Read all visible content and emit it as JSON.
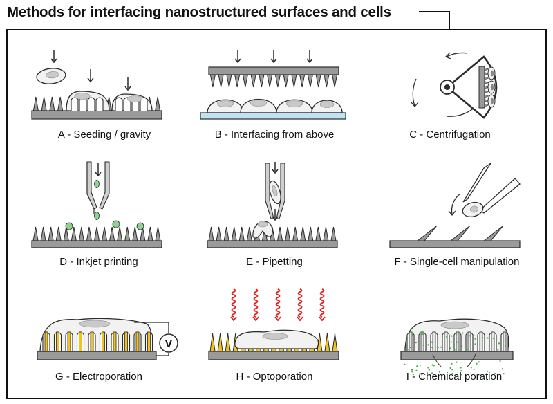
{
  "title": "Methods for interfacing nanostructured surfaces and cells",
  "colors": {
    "substrate": "#9a9a9a",
    "outline": "#2b2b2b",
    "cell_fill": "#f2f2f2",
    "nucleus": "#c9c9c9",
    "glass": "#bfe3f5",
    "gold": "#f2c21d",
    "droplet": "#8fd18f",
    "laser": "#e02020",
    "chemical": "#44b044"
  },
  "panels": [
    {
      "id": "A",
      "caption": "A - Seeding / gravity",
      "icon": "seeding-gravity-icon"
    },
    {
      "id": "B",
      "caption": "B - Interfacing from above",
      "icon": "interfacing-from-above-icon"
    },
    {
      "id": "C",
      "caption": "C - Centrifugation",
      "icon": "centrifuge-icon"
    },
    {
      "id": "D",
      "caption": "D - Inkjet printing",
      "icon": "inkjet-nozzle-icon"
    },
    {
      "id": "E",
      "caption": "E - Pipetting",
      "icon": "pipette-icon"
    },
    {
      "id": "F",
      "caption": "F - Single-cell manipulation",
      "icon": "tweezers-icon"
    },
    {
      "id": "G",
      "caption": "G - Electroporation",
      "icon": "electroporation-icon",
      "meter_label": "V"
    },
    {
      "id": "H",
      "caption": "H - Optoporation",
      "icon": "laser-waves-icon"
    },
    {
      "id": "I",
      "caption": "I - Chemical poration",
      "icon": "chemical-dots-icon"
    }
  ]
}
